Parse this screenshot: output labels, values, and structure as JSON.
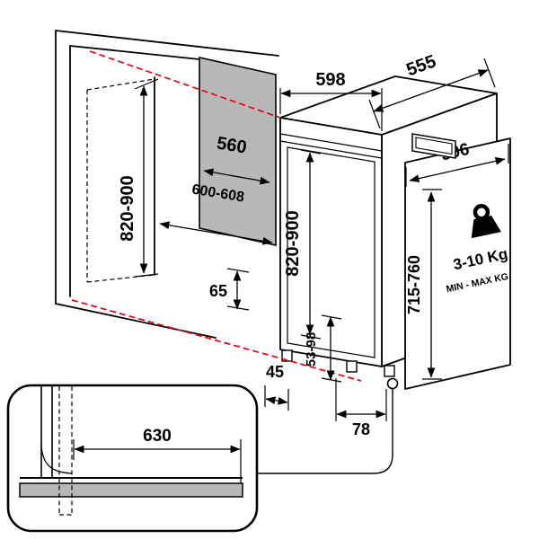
{
  "diagram": {
    "labels": {
      "machine_width": "598",
      "machine_depth": "555",
      "panel_width": "560",
      "niche_width": "600-608",
      "niche_height": "820-900",
      "machine_height": "820-900",
      "door_width": "596",
      "door_height": "715-760",
      "door_weight": "3-10 Kg",
      "door_weight_note": "MIN - MAX KG",
      "front_levelling": "65",
      "plinth_recess": "45",
      "feet_adjustment": "53-98",
      "rear_clearance": "78",
      "plinth_cutout_width": "630"
    },
    "colors": {
      "panel_fill": "#b8b8b8",
      "guide_red": "#e8000d"
    }
  }
}
